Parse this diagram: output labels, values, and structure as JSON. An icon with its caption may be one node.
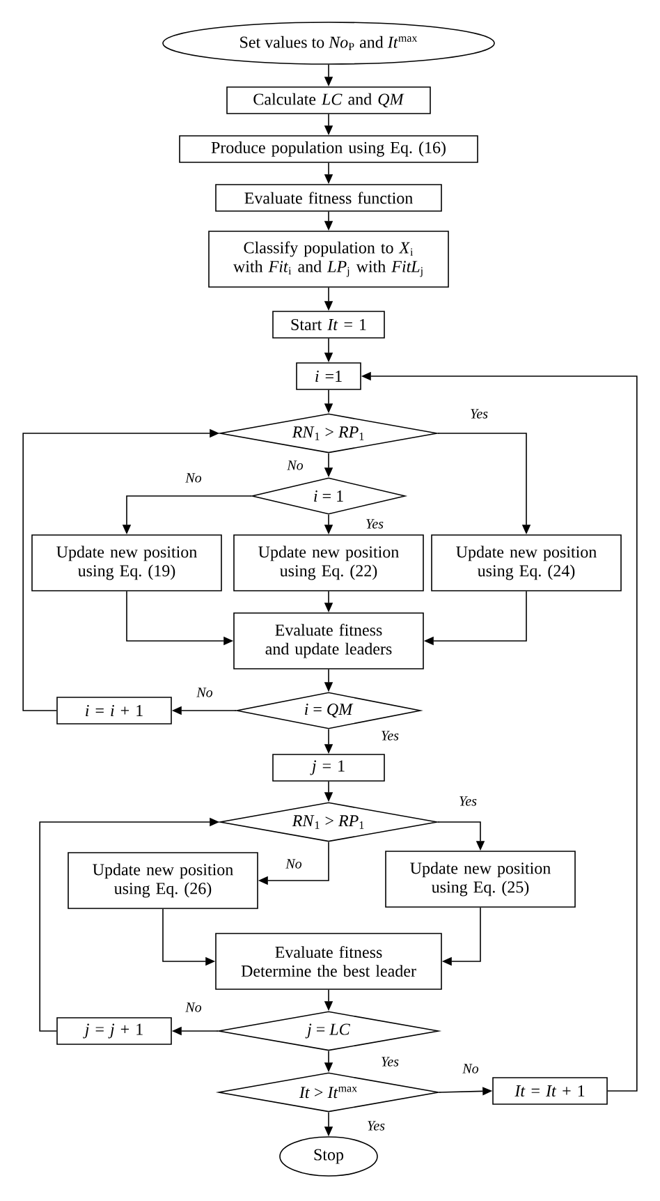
{
  "diagram": {
    "nodes": [
      {
        "text": [
          "Set values to *No*$_{P}$ and *It*$^{max}$"
        ]
      },
      {
        "text": [
          "Calculate *LC* and *QM*"
        ]
      },
      {
        "text": [
          "Produce population using Eq. (16)"
        ]
      },
      {
        "text": [
          "Evaluate fitness function"
        ]
      },
      {
        "text": [
          "Classify population to *X*$_{i}$ with *Fit*$_{i}$ and *LP*$_{j}$ with *FitL*$_{j}$"
        ]
      },
      {
        "text": [
          "Start *It* = 1"
        ]
      },
      {
        "text": [
          "*i* =1"
        ]
      },
      {
        "text": [
          "*RN*$_{1}$ > *RP*$_{1}$"
        ]
      },
      {
        "text": [
          "*i* = 1"
        ]
      },
      {
        "text": [
          "Update new position using Eq. (19)"
        ]
      },
      {
        "text": [
          "Update new position using Eq. (22)"
        ]
      },
      {
        "text": [
          "Update new position using Eq. (24)"
        ]
      },
      {
        "text": [
          "Evaluate fitness and update leaders"
        ]
      },
      {
        "text": [
          "*i* = *QM*"
        ]
      },
      {
        "text": [
          "*i* = *i* + 1"
        ]
      },
      {
        "text": [
          "*j* = 1"
        ]
      },
      {
        "text": [
          "*RN*$_{1}$ > *RP*$_{1}$"
        ]
      },
      {
        "text": [
          "Update new position using Eq. (26)"
        ]
      },
      {
        "text": [
          "Update new position using Eq. (25)"
        ]
      },
      {
        "text": [
          "Evaluate fitness Determine the best leader"
        ]
      },
      {
        "text": [
          "*j* = *LC*"
        ]
      },
      {
        "text": [
          "*j* = *j* + 1"
        ]
      },
      {
        "text": [
          "*It* > *It*$^{max}$"
        ]
      },
      {
        "text": [
          "*It* = *It* + 1"
        ]
      },
      {
        "text": [
          "Stop"
        ]
      }
    ],
    "edges": [
      {
        "from": 0,
        "to": 1,
        "arrow": "to"
      },
      {
        "from": 1,
        "to": 2,
        "arrow": "to"
      },
      {
        "from": 2,
        "to": 3,
        "arrow": "to"
      },
      {
        "from": 3,
        "to": 4,
        "arrow": "to"
      },
      {
        "from": 4,
        "to": 5,
        "arrow": "to"
      },
      {
        "from": 5,
        "to": 6,
        "arrow": "to"
      },
      {
        "from": 6,
        "to": 7,
        "arrow": "to"
      },
      {
        "from": 7,
        "to": 8,
        "arrow": "to",
        "label": "No"
      },
      {
        "from": 7,
        "to": 11,
        "arrow": "to",
        "label": "Yes"
      },
      {
        "from": 8,
        "to": 9,
        "arrow": "to",
        "label": "No"
      },
      {
        "from": 8,
        "to": 10,
        "arrow": "to",
        "label": "Yes"
      },
      {
        "from": 9,
        "to": 12,
        "arrow": "to"
      },
      {
        "from": 10,
        "to": 12,
        "arrow": "to"
      },
      {
        "from": 11,
        "to": 12,
        "arrow": "to"
      },
      {
        "from": 13,
        "to": 14,
        "arrow": "to",
        "label": "No"
      },
      {
        "from": 14,
        "to": 7,
        "arrow": "to"
      },
      {
        "from": 13,
        "to": 15,
        "arrow": "to",
        "label": "Yes"
      },
      {
        "from": 12,
        "to": 13,
        "arrow": "to"
      },
      {
        "from": 16,
        "to": 17,
        "arrow": "to",
        "label": "No"
      },
      {
        "from": 16,
        "to": 18,
        "arrow": "to",
        "label": "Yes"
      },
      {
        "from": 17,
        "to": 19,
        "arrow": "to"
      },
      {
        "from": 18,
        "to": 19,
        "arrow": "to"
      },
      {
        "from": 15,
        "to": 16,
        "arrow": "to"
      },
      {
        "from": 20,
        "to": 21,
        "arrow": "to",
        "label": "No"
      },
      {
        "from": 21,
        "to": 16,
        "arrow": "to"
      },
      {
        "from": 20,
        "to": 22,
        "arrow": "to",
        "label": "Yes"
      },
      {
        "from": 22,
        "to": 23,
        "arrow": "to",
        "label": "No"
      },
      {
        "from": 23,
        "to": 6,
        "arrow": "to"
      },
      {
        "from": 22,
        "to": 24,
        "arrow": "to",
        "label": "Yes"
      },
      {
        "from": 19,
        "to": 20,
        "arrow": "to"
      }
    ]
  }
}
